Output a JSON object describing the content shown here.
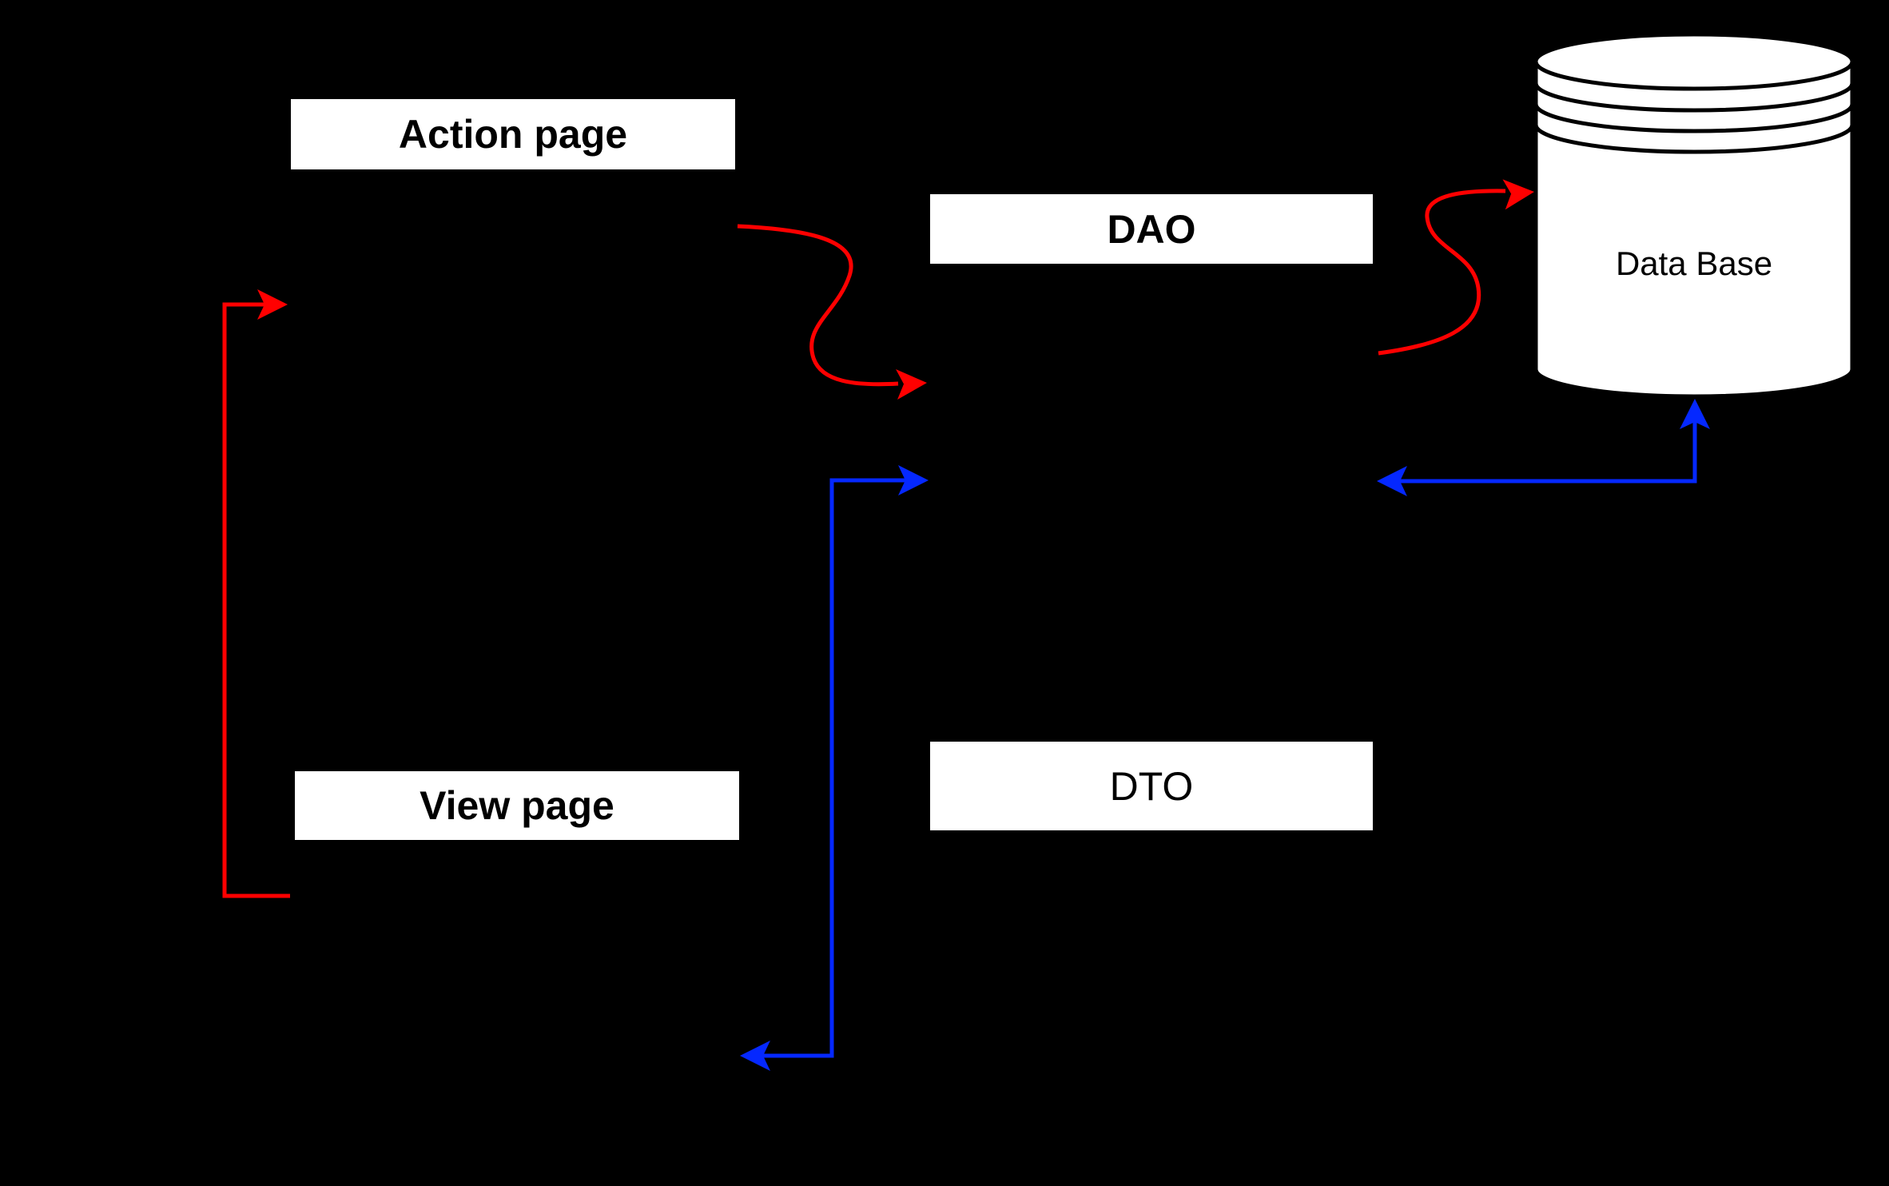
{
  "diagram": {
    "nodes": {
      "action_page": {
        "label": "Action page",
        "shape": "rectangle"
      },
      "dao": {
        "label": "DAO",
        "shape": "rectangle"
      },
      "view_page": {
        "label": "View page",
        "shape": "rectangle"
      },
      "dto": {
        "label": "DTO",
        "shape": "rectangle"
      },
      "database": {
        "label": "Data Base",
        "shape": "cylinder"
      }
    },
    "arrows": [
      {
        "name": "action-page-to-dao",
        "color": "#ff0000",
        "style": "s-curve",
        "heads": 1
      },
      {
        "name": "dao-to-database",
        "color": "#ff0000",
        "style": "s-curve",
        "heads": 1
      },
      {
        "name": "view-page-to-action-page",
        "color": "#ff0000",
        "style": "elbow",
        "heads": 1
      },
      {
        "name": "database-to-dao",
        "color": "#0528ff",
        "style": "elbow-double-head",
        "heads": 2
      },
      {
        "name": "dao-to-view-page",
        "color": "#0528ff",
        "style": "elbow-double-head",
        "heads": 2
      }
    ],
    "colors": {
      "background": "#000000",
      "node_fill": "#ffffff",
      "node_text": "#000000",
      "node_stroke": "#000000",
      "red_arrow": "#ff0000",
      "blue_arrow": "#0528ff"
    }
  }
}
